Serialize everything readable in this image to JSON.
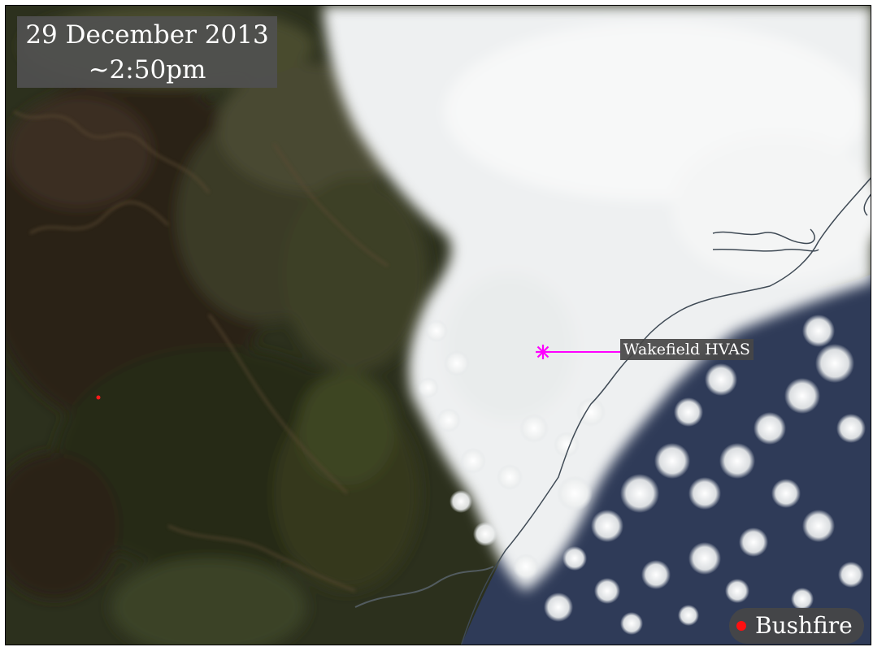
{
  "timestamp": {
    "date": "29 December 2013",
    "time": "~2:50pm"
  },
  "site": {
    "label": "Wakefield HVAS",
    "marker_color": "#ff00ff"
  },
  "legend": {
    "label": "Bushfire",
    "marker_color": "#ff1010"
  },
  "colors": {
    "land_dark": "#2b2f1d",
    "cloud": "#f4f4f4",
    "ocean": "#2e3a55",
    "coastline": "#3f4a55"
  }
}
